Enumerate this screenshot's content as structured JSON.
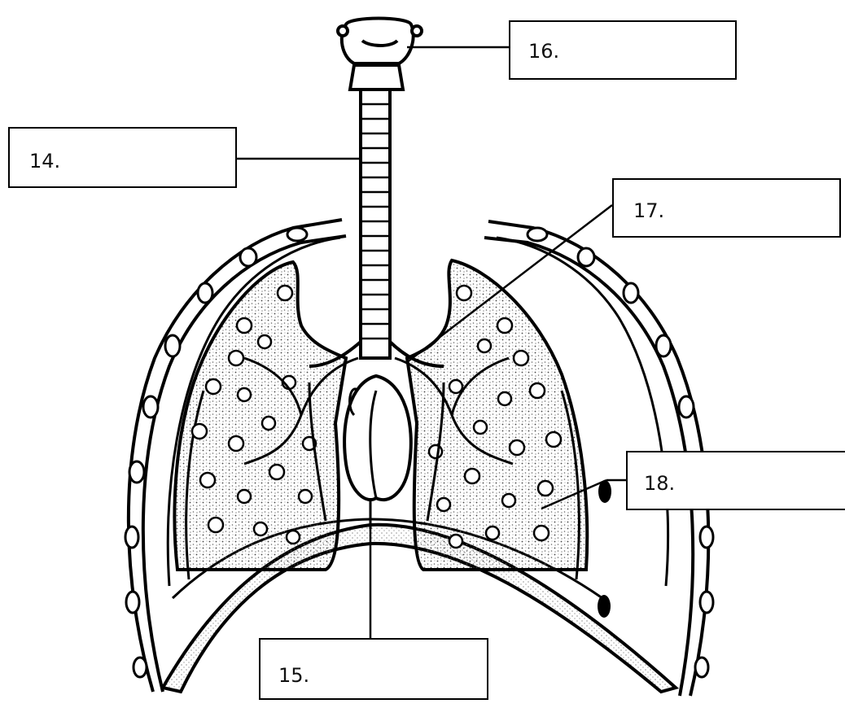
{
  "diagram": {
    "labels": [
      {
        "id": "14",
        "text": "14."
      },
      {
        "id": "15",
        "text": "15."
      },
      {
        "id": "16",
        "text": "16."
      },
      {
        "id": "17",
        "text": "17."
      },
      {
        "id": "18",
        "text": "18."
      }
    ]
  },
  "colors": {
    "line": "#000000",
    "stipple": "#555555",
    "background": "#ffffff"
  }
}
